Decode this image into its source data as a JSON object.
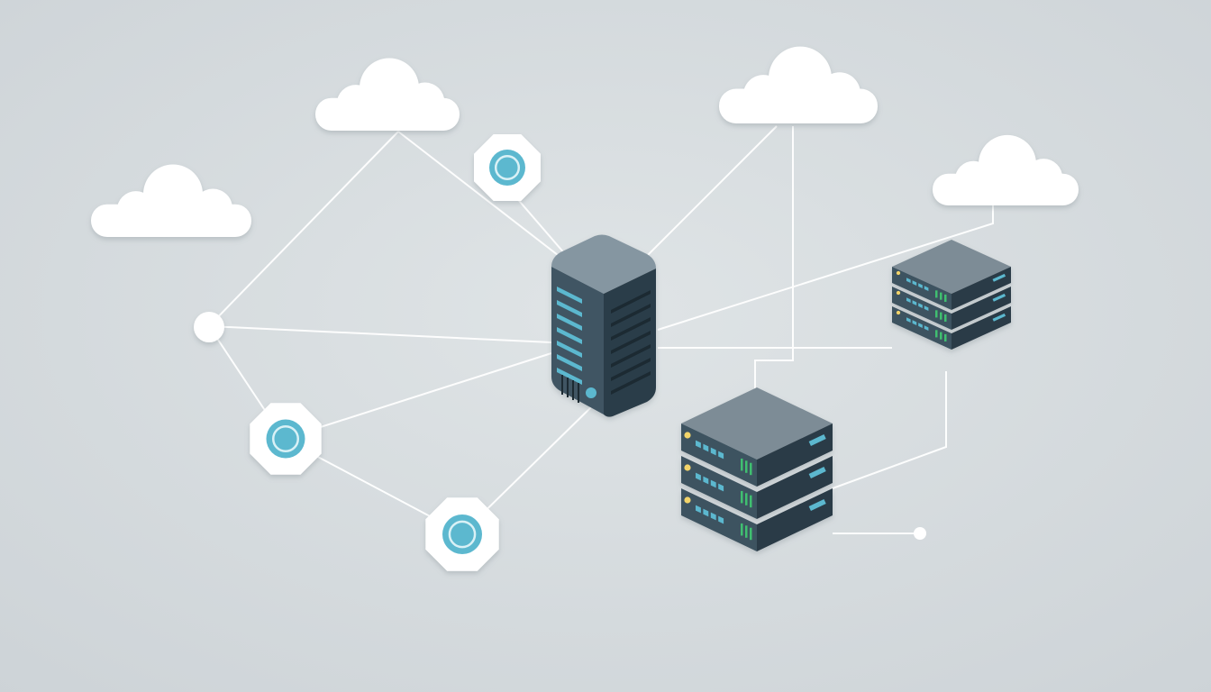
{
  "colors": {
    "background": "#d6dbde",
    "cloud": "#ffffff",
    "link": "#ffffff",
    "server_top": "#7d8c96",
    "server_side_light": "#3d5260",
    "server_side_dark": "#2a3b47",
    "accent": "#5bb8cf",
    "led_green": "#3fbf6f",
    "led_yellow": "#f2d46b",
    "node_fill": "#ffffff"
  },
  "icons": {
    "cloud": "cloud-icon",
    "tower_server": "tower-server-icon",
    "rack_server": "rack-server-icon",
    "connection_node": "connection-node-icon",
    "endpoint_dot": "endpoint-dot-icon"
  },
  "diagram": {
    "clouds": 4,
    "tower_servers": 1,
    "rack_stacks": 2,
    "connection_nodes": 3,
    "endpoint_dots": 2
  }
}
